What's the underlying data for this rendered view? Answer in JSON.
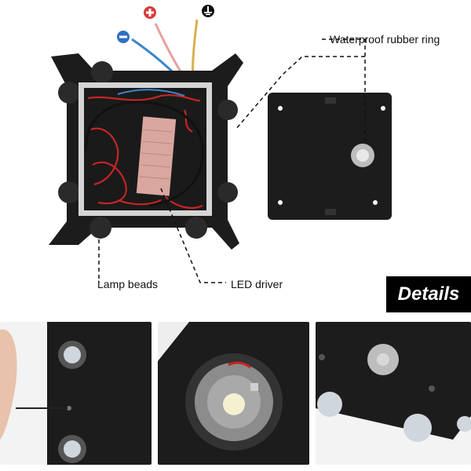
{
  "annotations": {
    "waterproof_ring": "Waterproof rubber ring",
    "lamp_beads": "Lamp beads",
    "led_driver": "LED driver"
  },
  "wire_symbols": {
    "positive": "+",
    "negative": "−",
    "ground": "⏚"
  },
  "badge": {
    "label": "Details"
  },
  "colors": {
    "housing": "#1c1c1c",
    "positive_wire": "#e64b4b",
    "negative_wire": "#2f80c8",
    "ground_wire": "#d9b050",
    "driver": "#d9a7a0"
  }
}
